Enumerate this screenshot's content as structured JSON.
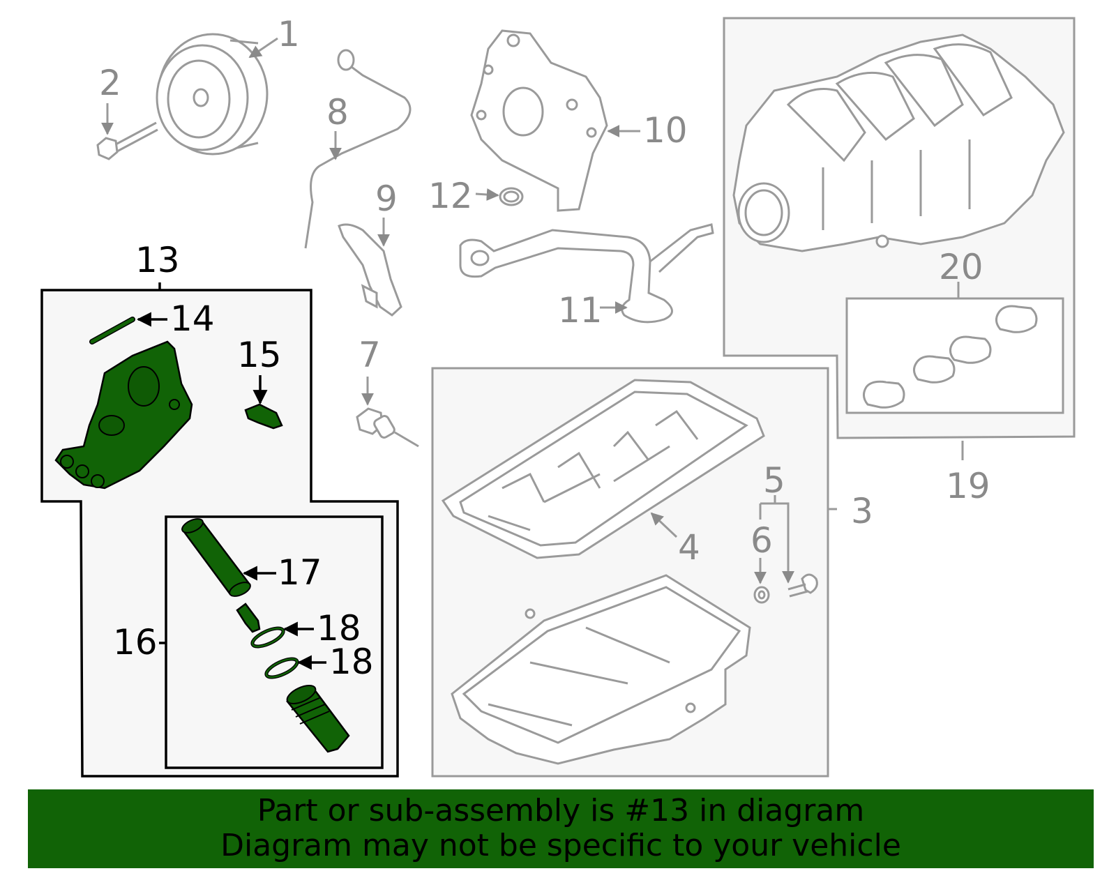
{
  "colors": {
    "highlight": "#116306",
    "part_lines": "#9a9a9a",
    "label_gray": "#8a8a8a",
    "label_black": "#000000",
    "banner_background": "#116306"
  },
  "callouts": {
    "c1": "1",
    "c2": "2",
    "c3": "3",
    "c4": "4",
    "c5": "5",
    "c6": "6",
    "c7": "7",
    "c8": "8",
    "c9": "9",
    "c10": "10",
    "c11": "11",
    "c12": "12",
    "c13": "13",
    "c14": "14",
    "c15": "15",
    "c16": "16",
    "c17": "17",
    "c18a": "18",
    "c18b": "18",
    "c19": "19",
    "c20": "20"
  },
  "banner": {
    "line1": "Part or sub-assembly is #13 in diagram",
    "line2": "Diagram may not be specific to your vehicle"
  }
}
